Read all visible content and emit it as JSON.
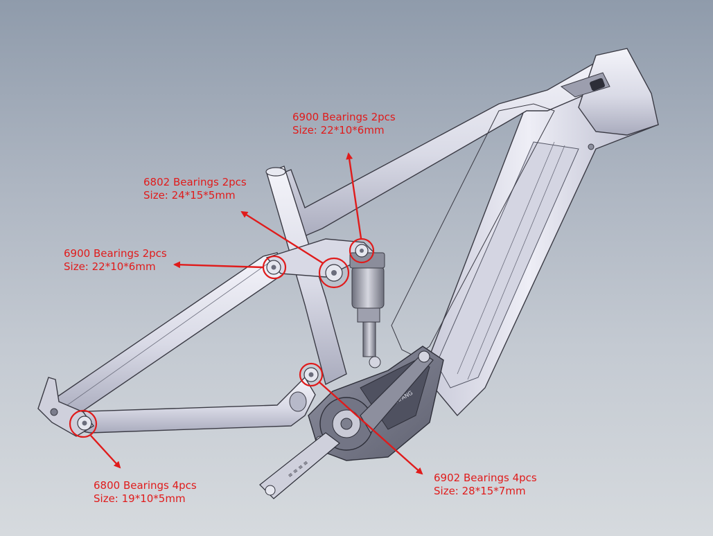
{
  "colors": {
    "annotation": "#e01b1b",
    "frame_light": "#e9e9f1",
    "frame_shade": "#b9bbcb",
    "outline": "#3a3a44",
    "background_top": "#8f9bab",
    "background_bottom": "#d6dade"
  },
  "callouts": [
    {
      "id": "rocker-upper",
      "title": "6900 Bearings 2pcs",
      "size": "Size: 22*10*6mm"
    },
    {
      "id": "rocker-main",
      "title": "6802 Bearings 2pcs",
      "size": "Size: 24*15*5mm"
    },
    {
      "id": "seatstay-pivot",
      "title": "6900 Bearings 2pcs",
      "size": "Size: 22*10*6mm"
    },
    {
      "id": "rear-dropout",
      "title": "6800 Bearings 4pcs",
      "size": "Size: 19*10*5mm"
    },
    {
      "id": "main-pivot",
      "title": "6902 Bearings 4pcs",
      "size": "Size: 28*15*7mm"
    }
  ],
  "motor_logo": "BAFANG",
  "crank_text": "≡ ≡ ≡ ≡"
}
